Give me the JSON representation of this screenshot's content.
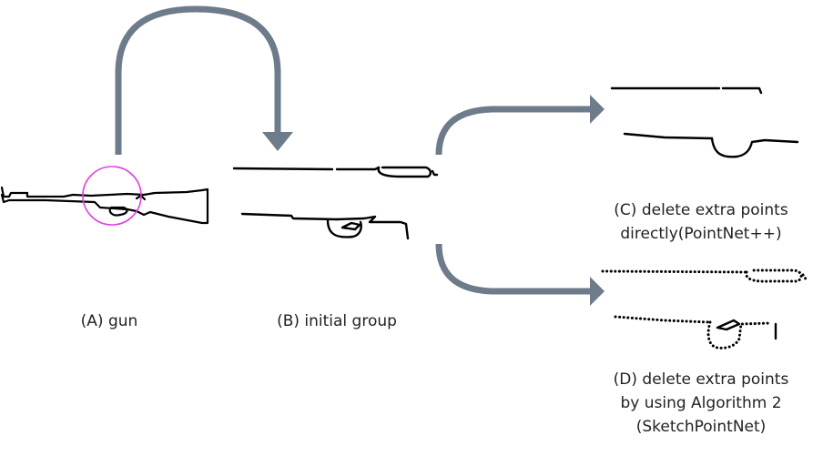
{
  "captions": {
    "a": "(A) gun",
    "b": "(B) initial group",
    "c_line1": "(C) delete extra points",
    "c_line2": "directly(PointNet++)",
    "d_line1": "(D) delete extra points",
    "d_line2": "by using Algorithm 2",
    "d_line3": "(SketchPointNet)"
  },
  "colors": {
    "arrow": "#6d7b8a",
    "highlight_circle": "#e040e0",
    "stroke": "#000000"
  }
}
